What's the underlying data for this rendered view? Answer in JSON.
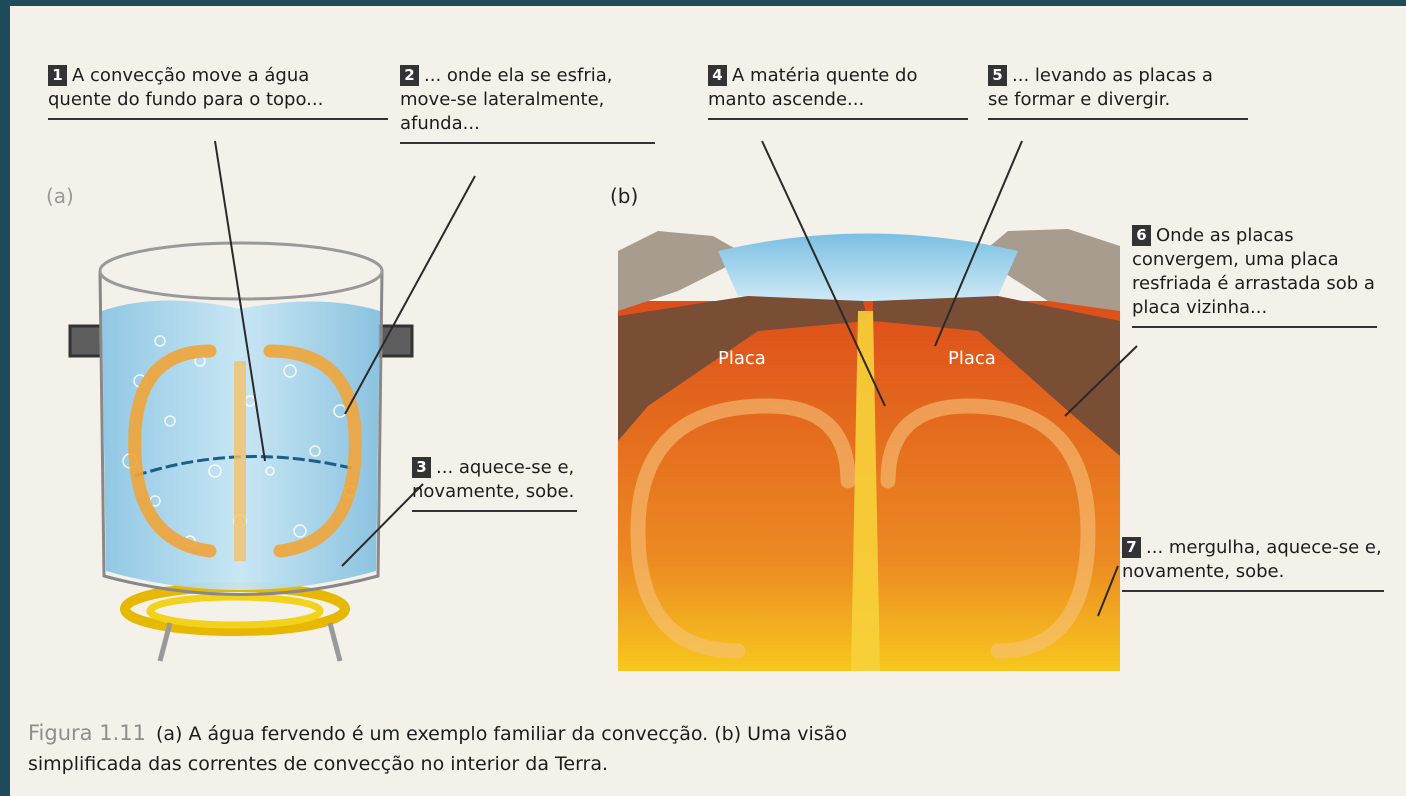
{
  "callouts": [
    {
      "num": "1",
      "text": "A convecção move a água quente do fundo para o topo..."
    },
    {
      "num": "2",
      "text": "... onde ela se esfria, move-se lateralmente, afunda..."
    },
    {
      "num": "3",
      "text": "... aquece-se e, novamente, sobe."
    },
    {
      "num": "4",
      "text": "A matéria quente do manto ascende..."
    },
    {
      "num": "5",
      "text": "... levando as placas a se formar e divergir."
    },
    {
      "num": "6",
      "text": "Onde as placas convergem, uma placa resfriada é arrastada sob a placa vizinha..."
    },
    {
      "num": "7",
      "text": "... mergulha, aquece-se e, novamente, sobe."
    }
  ],
  "panel_labels": {
    "a": "(a)",
    "b": "(b)"
  },
  "plate_labels": {
    "left": "Placa",
    "right": "Placa"
  },
  "caption": {
    "figure": "Figura 1.11",
    "text": "(a) A água fervendo é um exemplo familiar da convecção. (b) Uma visão simplificada das correntes de convecção no interior da Terra."
  },
  "colors": {
    "frame": "#1e4c5a",
    "paper": "#f3f1ea",
    "water": "#9fd0ea",
    "mantle": "#e5661e",
    "plate": "#7a4d35",
    "arrow": "#f0a53a"
  }
}
